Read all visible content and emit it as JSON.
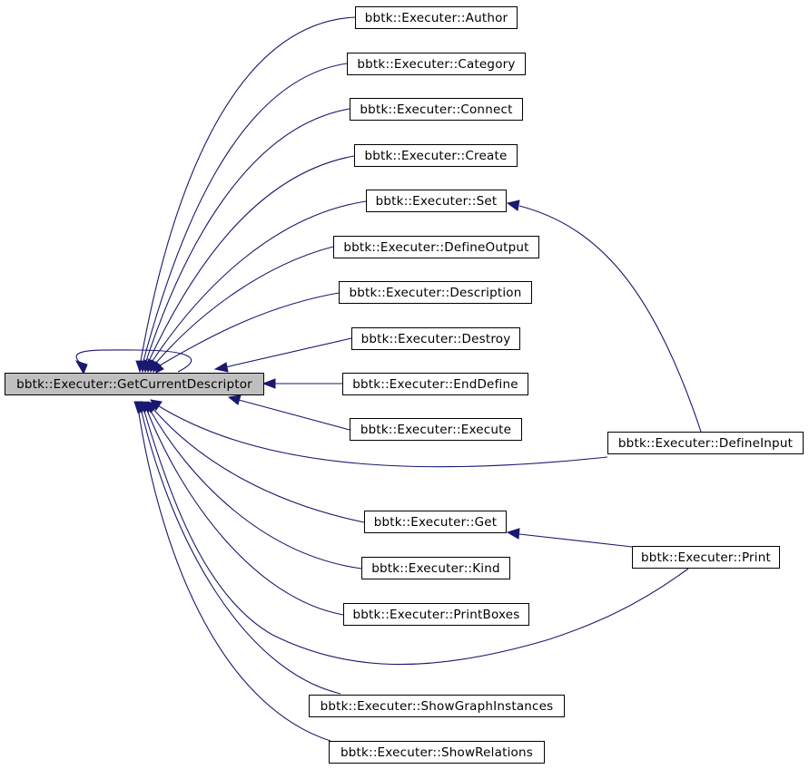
{
  "diagram": {
    "edge_color": "#191970",
    "root_fill": "#bfbfbf",
    "node_fill": "#ffffff",
    "root": {
      "id": "getcurrentdescriptor",
      "label": "bbtk::Executer::GetCurrentDescriptor"
    },
    "callers": [
      {
        "id": "author",
        "label": "bbtk::Executer::Author"
      },
      {
        "id": "category",
        "label": "bbtk::Executer::Category"
      },
      {
        "id": "connect",
        "label": "bbtk::Executer::Connect"
      },
      {
        "id": "create",
        "label": "bbtk::Executer::Create"
      },
      {
        "id": "set",
        "label": "bbtk::Executer::Set"
      },
      {
        "id": "defineoutput",
        "label": "bbtk::Executer::DefineOutput"
      },
      {
        "id": "description",
        "label": "bbtk::Executer::Description"
      },
      {
        "id": "destroy",
        "label": "bbtk::Executer::Destroy"
      },
      {
        "id": "enddefine",
        "label": "bbtk::Executer::EndDefine"
      },
      {
        "id": "execute",
        "label": "bbtk::Executer::Execute"
      },
      {
        "id": "defineinput",
        "label": "bbtk::Executer::DefineInput"
      },
      {
        "id": "get",
        "label": "bbtk::Executer::Get"
      },
      {
        "id": "kind",
        "label": "bbtk::Executer::Kind"
      },
      {
        "id": "print",
        "label": "bbtk::Executer::Print"
      },
      {
        "id": "printboxes",
        "label": "bbtk::Executer::PrintBoxes"
      },
      {
        "id": "showgraphinstances",
        "label": "bbtk::Executer::ShowGraphInstances"
      },
      {
        "id": "showrelations",
        "label": "bbtk::Executer::ShowRelations"
      }
    ],
    "edges": [
      {
        "from": "getcurrentdescriptor",
        "to": "getcurrentdescriptor"
      },
      {
        "from": "author",
        "to": "getcurrentdescriptor"
      },
      {
        "from": "category",
        "to": "getcurrentdescriptor"
      },
      {
        "from": "connect",
        "to": "getcurrentdescriptor"
      },
      {
        "from": "create",
        "to": "getcurrentdescriptor"
      },
      {
        "from": "set",
        "to": "getcurrentdescriptor"
      },
      {
        "from": "defineoutput",
        "to": "getcurrentdescriptor"
      },
      {
        "from": "description",
        "to": "getcurrentdescriptor"
      },
      {
        "from": "destroy",
        "to": "getcurrentdescriptor"
      },
      {
        "from": "enddefine",
        "to": "getcurrentdescriptor"
      },
      {
        "from": "execute",
        "to": "getcurrentdescriptor"
      },
      {
        "from": "defineinput",
        "to": "getcurrentdescriptor"
      },
      {
        "from": "get",
        "to": "getcurrentdescriptor"
      },
      {
        "from": "kind",
        "to": "getcurrentdescriptor"
      },
      {
        "from": "printboxes",
        "to": "getcurrentdescriptor"
      },
      {
        "from": "print",
        "to": "getcurrentdescriptor"
      },
      {
        "from": "showgraphinstances",
        "to": "getcurrentdescriptor"
      },
      {
        "from": "showrelations",
        "to": "getcurrentdescriptor"
      },
      {
        "from": "defineinput",
        "to": "set"
      },
      {
        "from": "print",
        "to": "get"
      }
    ]
  }
}
